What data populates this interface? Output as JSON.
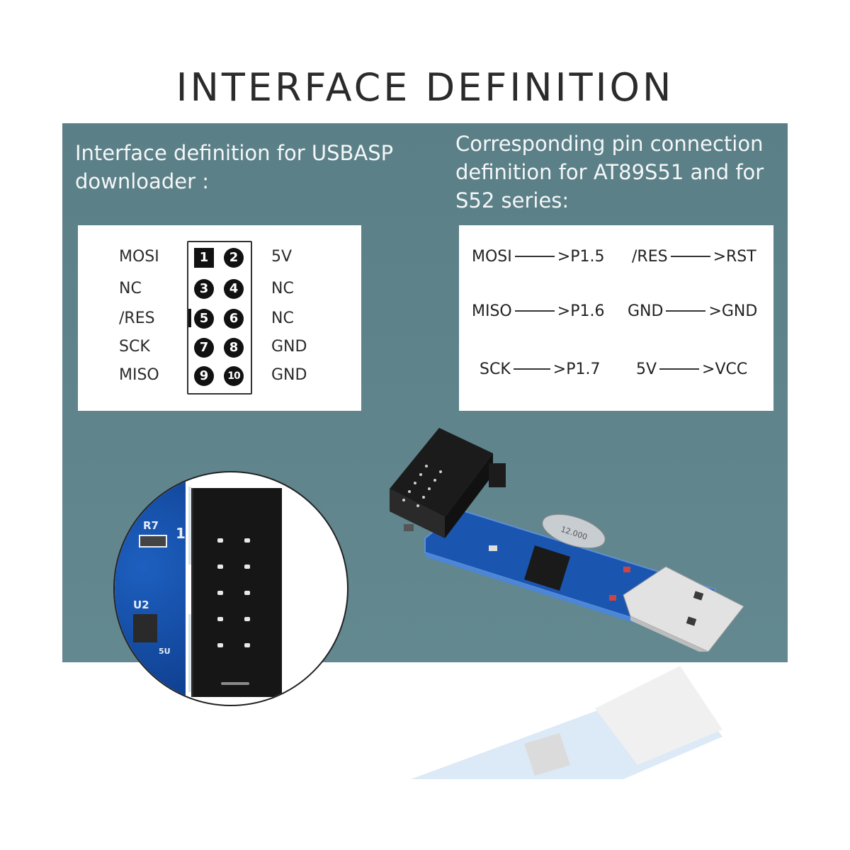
{
  "title": "INTERFACE DEFINITION",
  "colors": {
    "panel_bg": "#5f838a",
    "heading_text": "#f4f7f7",
    "box_bg": "#ffffff",
    "pin_fill": "#111111",
    "pcb_blue": "#1a56b0"
  },
  "left_section": {
    "heading": "Interface definition for USBASP downloader :",
    "heading_lines": [
      "Interface definition for USBASP",
      "downloader :"
    ],
    "pinout": {
      "rows": [
        {
          "left_label": "MOSI",
          "left_pin": "1",
          "right_pin": "2",
          "right_label": "5V"
        },
        {
          "left_label": "NC",
          "left_pin": "3",
          "right_pin": "4",
          "right_label": "NC"
        },
        {
          "left_label": "/RES",
          "left_pin": "5",
          "right_pin": "6",
          "right_label": "NC"
        },
        {
          "left_label": "SCK",
          "left_pin": "7",
          "right_pin": "8",
          "right_label": "GND"
        },
        {
          "left_label": "MISO",
          "left_pin": "9",
          "right_pin": "10",
          "right_label": "GND"
        }
      ]
    }
  },
  "right_section": {
    "heading": "Corresponding pin connection definition for AT89S51 and for S52 series:",
    "heading_lines": [
      "Corresponding pin connection",
      "definition for AT89S51 and for",
      "S52 series:"
    ],
    "mappings": [
      {
        "from": "MOSI",
        "to": ">P1.5"
      },
      {
        "from": "/RES",
        "to": ">RST"
      },
      {
        "from": "MISO",
        "to": ">P1.6"
      },
      {
        "from": "GND",
        "to": ">GND"
      },
      {
        "from": "SCK",
        "to": ">P1.7"
      },
      {
        "from": "5V",
        "to": ">VCC"
      }
    ]
  },
  "inset": {
    "silkscreen": [
      "R7",
      "1",
      "U2",
      "5U"
    ]
  },
  "device": {
    "crystal_label": "12.000"
  }
}
